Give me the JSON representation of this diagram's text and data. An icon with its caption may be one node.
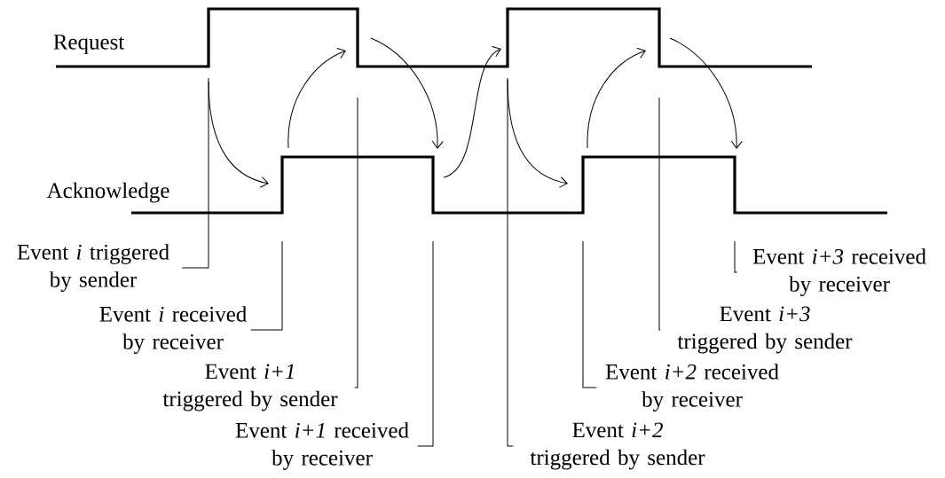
{
  "diagram": {
    "nodes": [
      {
        "text": [
          "Event *i* triggered by sender"
        ]
      },
      {
        "text": [
          "Event *i* received by receiver"
        ]
      },
      {
        "text": [
          "Event *i+1* triggered by sender"
        ]
      },
      {
        "text": [
          "Event *i+1* received by receiver"
        ]
      },
      {
        "text": [
          "Event *i+2* triggered by sender"
        ]
      },
      {
        "text": [
          "Event *i+2* received by receiver"
        ]
      },
      {
        "text": [
          "Event *i+3* triggered by sender"
        ]
      },
      {
        "text": [
          "Event *i+3* received by receiver"
        ]
      }
    ],
    "edges": [
      {
        "from": 0,
        "to": null,
        "arrow": "none"
      },
      {
        "from": 1,
        "to": null,
        "arrow": "none"
      },
      {
        "from": 2,
        "to": null,
        "arrow": "none"
      },
      {
        "from": 3,
        "to": null,
        "arrow": "none"
      },
      {
        "from": 4,
        "to": null,
        "arrow": "none"
      },
      {
        "from": 5,
        "to": null,
        "arrow": "none"
      },
      {
        "from": 6,
        "to": null,
        "arrow": "none"
      },
      {
        "from": 7,
        "to": null,
        "arrow": "none"
      }
    ],
    "labels": [
      "Request",
      "Acknowledge"
    ]
  }
}
